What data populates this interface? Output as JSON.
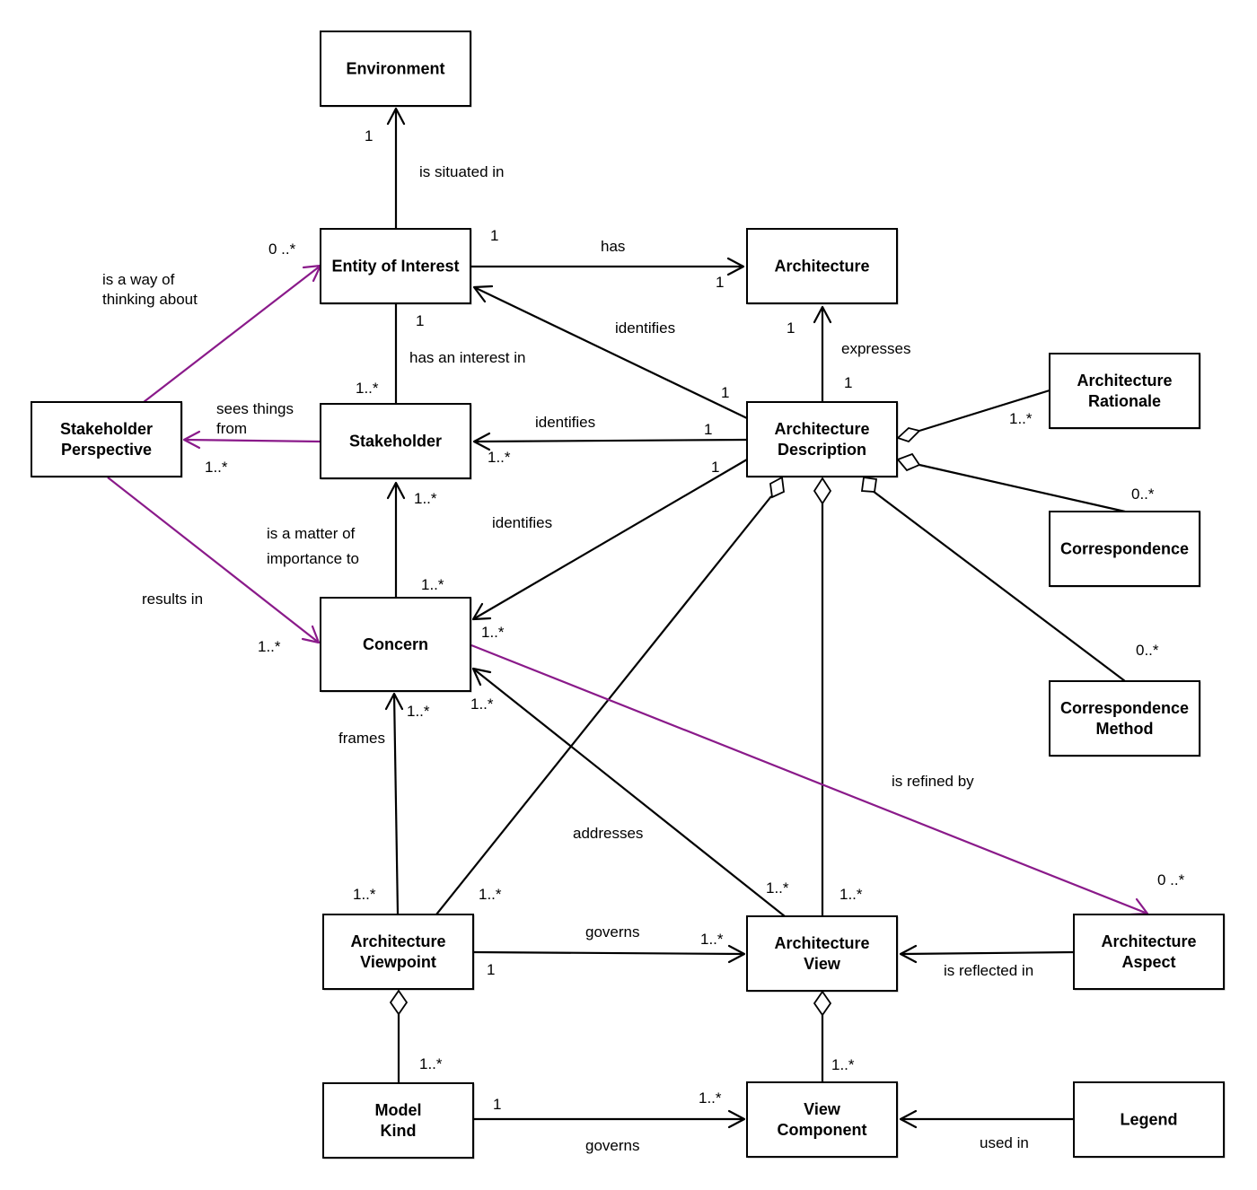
{
  "colors": {
    "black": "#000000",
    "purple": "#8a1a8a",
    "background": "#ffffff"
  },
  "boxes": {
    "environment": {
      "lines": [
        {
          "t": "Environment",
          "c": "black"
        }
      ]
    },
    "entity_of_interest": {
      "lines": [
        {
          "t": "Entity of Interest",
          "c": "purple"
        }
      ]
    },
    "architecture": {
      "lines": [
        {
          "t": "Architecture",
          "c": "black"
        }
      ]
    },
    "stakeholder_perspective": {
      "lines": [
        {
          "t": "Stakeholder",
          "c": "purple"
        },
        {
          "t": "Perspective",
          "c": "purple"
        }
      ]
    },
    "stakeholder": {
      "lines": [
        {
          "t": "Stakeholder",
          "c": "black"
        }
      ]
    },
    "architecture_description": {
      "lines": [
        {
          "t": "Architecture",
          "c": "black"
        },
        {
          "t": "Description",
          "c": "black"
        }
      ]
    },
    "architecture_rationale": {
      "lines": [
        {
          "t": "Architecture",
          "c": "black"
        },
        {
          "t": "Rationale",
          "c": "black"
        }
      ]
    },
    "correspondence": {
      "lines": [
        {
          "t": "Correspondence",
          "c": "black"
        }
      ]
    },
    "correspondence_method": {
      "lines": [
        {
          "t": "Correspondence",
          "c": "black"
        },
        {
          "t": "Method",
          "c": "purple"
        }
      ]
    },
    "concern": {
      "lines": [
        {
          "t": "Concern",
          "c": "black"
        }
      ]
    },
    "architecture_viewpoint": {
      "lines": [
        {
          "t": "Architecture",
          "c": "black"
        },
        {
          "t": "Viewpoint",
          "c": "black"
        }
      ]
    },
    "architecture_view": {
      "lines": [
        {
          "t": "Architecture",
          "c": "black"
        },
        {
          "t": "View",
          "c": "black"
        }
      ]
    },
    "architecture_aspect": {
      "lines": [
        {
          "t": "Architecture",
          "c": "purple"
        },
        {
          "t": "Aspect",
          "c": "purple"
        }
      ]
    },
    "model_kind": {
      "lines": [
        {
          "t": "Model",
          "c": "black"
        },
        {
          "t": "Kind",
          "c": "black"
        }
      ]
    },
    "view_component": {
      "lines": [
        {
          "t": "View",
          "c": "purple"
        },
        {
          "t": "Component",
          "c": "purple"
        }
      ]
    },
    "legend": {
      "lines": [
        {
          "t": "Legend",
          "c": "purple"
        }
      ]
    }
  },
  "labels": {
    "is_situated_in": {
      "lines": [
        "is situated in"
      ],
      "c": "black"
    },
    "has": {
      "lines": [
        "has"
      ],
      "c": "purple"
    },
    "identifies_1": {
      "lines": [
        "identifies"
      ],
      "c": "black"
    },
    "expresses": {
      "lines": [
        "expresses"
      ],
      "c": "black"
    },
    "is_a_way_of": {
      "lines": [
        "is a way of",
        "thinking about"
      ],
      "c": "purple"
    },
    "has_an_interest_in": {
      "lines": [
        "has an interest in"
      ],
      "c": "purple"
    },
    "sees_things_from": {
      "lines": [
        "sees things",
        "from"
      ],
      "c": "purple"
    },
    "identifies_2": {
      "lines": [
        "identifies"
      ],
      "c": "black"
    },
    "identifies_3": {
      "lines": [
        "identifies"
      ],
      "c": "black"
    },
    "is_a_matter_of": {
      "lines": [
        "is a matter of",
        "importance to"
      ],
      "c": "purple"
    },
    "results_in": {
      "lines": [
        "results in"
      ],
      "c": "purple"
    },
    "frames": {
      "lines": [
        "frames"
      ],
      "c": "black"
    },
    "is_refined_by": {
      "lines": [
        "is refined by"
      ],
      "c": "purple"
    },
    "addresses": {
      "lines": [
        "addresses"
      ],
      "c": "black"
    },
    "governs_1": {
      "lines": [
        "governs"
      ],
      "c": "black"
    },
    "is_reflected_in": {
      "lines": [
        "is reflected in"
      ],
      "c": "purple"
    },
    "governs_2": {
      "lines": [
        "governs"
      ],
      "c": "black"
    },
    "used_in": {
      "lines": [
        "used in"
      ],
      "c": "purple"
    }
  },
  "multiplicities": {
    "env_1": {
      "t": "1",
      "c": "black"
    },
    "eoi_has_1": {
      "t": "1",
      "c": "black"
    },
    "arch_has_1": {
      "t": "1",
      "c": "black"
    },
    "eoi_way_0n": {
      "t": "0 ..*",
      "c": "purple"
    },
    "eoi_interest_1": {
      "t": "1",
      "c": "black"
    },
    "arch_expr_1": {
      "t": "1",
      "c": "black"
    },
    "ad_expr_1": {
      "t": "1",
      "c": "black"
    },
    "ad_id_eoi_1": {
      "t": "1",
      "c": "black"
    },
    "rationale_1n": {
      "t": "1..*",
      "c": "black"
    },
    "sh_interest_1n": {
      "t": "1..*",
      "c": "black"
    },
    "ad_id_sh_1": {
      "t": "1",
      "c": "black"
    },
    "sh_id_1n": {
      "t": "1..*",
      "c": "black"
    },
    "shp_sees_1n": {
      "t": "1..*",
      "c": "purple"
    },
    "ad_id_concern_1": {
      "t": "1",
      "c": "black"
    },
    "sh_matter_1n": {
      "t": "1..*",
      "c": "black"
    },
    "corr_0n": {
      "t": "0..*",
      "c": "black"
    },
    "concern_matter_1n": {
      "t": "1..*",
      "c": "black"
    },
    "concern_id_1n": {
      "t": "1..*",
      "c": "black"
    },
    "corr_method_0n": {
      "t": "0..*",
      "c": "black"
    },
    "concern_results_1n": {
      "t": "1..*",
      "c": "purple"
    },
    "concern_frames_1n": {
      "t": "1..*",
      "c": "black"
    },
    "concern_addr_1n": {
      "t": "1..*",
      "c": "black"
    },
    "aspect_0n": {
      "t": "0 ..*",
      "c": "purple"
    },
    "vp_frames_1n": {
      "t": "1..*",
      "c": "black"
    },
    "vp_agg_1n": {
      "t": "1..*",
      "c": "black"
    },
    "view_addr_1n": {
      "t": "1..*",
      "c": "black"
    },
    "view_agg_1n": {
      "t": "1..*",
      "c": "black"
    },
    "view_governs_1n": {
      "t": "1..*",
      "c": "purple"
    },
    "vp_governs_1": {
      "t": "1",
      "c": "black"
    },
    "mk_agg_1n": {
      "t": "1..*",
      "c": "black"
    },
    "vc_agg_1n": {
      "t": "1..*",
      "c": "black"
    },
    "mk_governs_1": {
      "t": "1",
      "c": "black"
    },
    "vc_governs_1n": {
      "t": "1..*",
      "c": "black"
    }
  }
}
